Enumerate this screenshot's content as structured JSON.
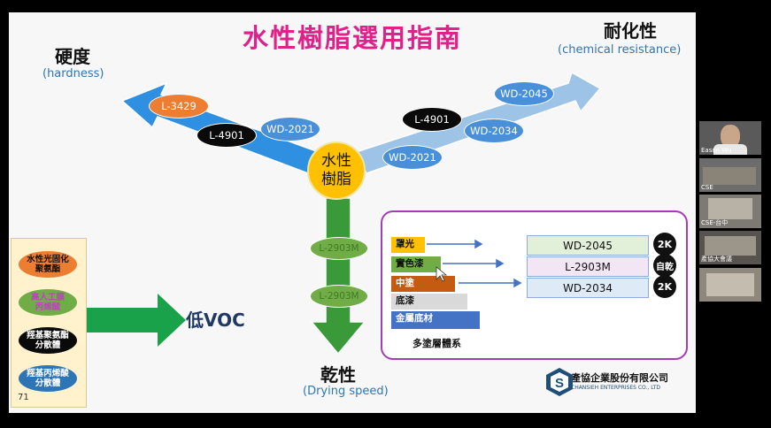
{
  "slide": {
    "title": "水性樹脂選用指南",
    "page_number": "71",
    "center": {
      "line1": "水性",
      "line2": "樹脂"
    },
    "axes": {
      "hardness": {
        "cn": "硬度",
        "en": "(hardness)"
      },
      "chemical": {
        "cn": "耐化性",
        "en": "(chemical resistance)"
      },
      "drying": {
        "cn": "乾性",
        "en": "(Drying speed)"
      }
    },
    "hardness_pills": [
      {
        "label": "L-3429",
        "style": "orange"
      },
      {
        "label": "L-4901",
        "style": "black"
      },
      {
        "label": "WD-2021",
        "style": "blue"
      }
    ],
    "chemical_pills": [
      {
        "label": "WD-2045",
        "style": "blue"
      },
      {
        "label": "L-4901",
        "style": "black"
      },
      {
        "label": "WD-2034",
        "style": "blue"
      },
      {
        "label": "WD-2021",
        "style": "blue"
      }
    ],
    "drying_pills": [
      {
        "label": "L-2903M"
      },
      {
        "label": "L-2903M"
      }
    ],
    "voc_label": "低VOC",
    "left_list": [
      {
        "line1": "水性光固化",
        "line2": "聚氨酯",
        "bg": "#ed7d31",
        "fg": "#111111"
      },
      {
        "line1": "高人工膜",
        "line2": "丙烯酸",
        "bg": "#70ad47",
        "fg": "#c040c0"
      },
      {
        "line1": "羥基聚氨酯",
        "line2": "分散體",
        "bg": "#0a0a0a",
        "fg": "#ffffff"
      },
      {
        "line1": "羥基丙烯酸",
        "line2": "分散體",
        "bg": "#2e75b6",
        "fg": "#ffffff"
      }
    ],
    "layers": {
      "caption": "多塗層體系",
      "items": [
        {
          "label": "罩光",
          "bg": "#ffc000"
        },
        {
          "label": "實色漆",
          "bg": "#70ad47"
        },
        {
          "label": "中塗",
          "bg": "#c55a11"
        },
        {
          "label": "底漆",
          "bg": "#d9d9d9"
        },
        {
          "label": "金屬底材",
          "bg": "#4472c4"
        }
      ],
      "products": [
        {
          "name": "WD-2045",
          "badge": "2K",
          "bg": "#e2f0d9"
        },
        {
          "name": "L-2903M",
          "badge": "自乾",
          "bg": "#f2e6f5"
        },
        {
          "name": "WD-2034",
          "badge": "2K",
          "bg": "#deebf7"
        }
      ]
    },
    "company": {
      "name_cn": "產協企業股份有限公司",
      "name_en": "CHANSIEH ENTERPRISES CO., LTD"
    }
  },
  "participants": [
    {
      "label": "Eason Wu"
    },
    {
      "label": "CSE"
    },
    {
      "label": "CSE-台中"
    },
    {
      "label": "產協大會議"
    },
    {
      "label": ""
    }
  ],
  "colors": {
    "title": "#e0218a",
    "hardness_arrow": "#2f8fe0",
    "chemical_arrow": "#9dc3e6",
    "drying_arrow": "#3a9a3a",
    "voc_arrow": "#1aa24a"
  }
}
